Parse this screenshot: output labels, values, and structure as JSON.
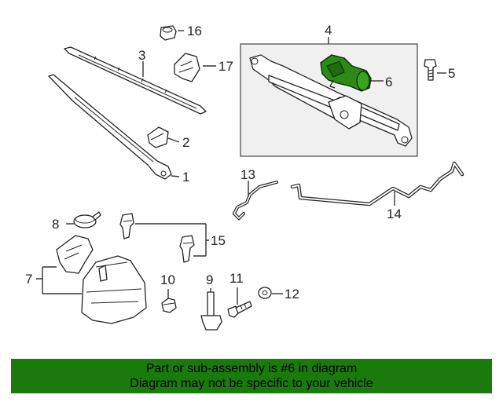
{
  "callouts": [
    {
      "id": "c1",
      "text": "1"
    },
    {
      "id": "c2",
      "text": "2"
    },
    {
      "id": "c3",
      "text": "3"
    },
    {
      "id": "c4",
      "text": "4"
    },
    {
      "id": "c5",
      "text": "5"
    },
    {
      "id": "c6",
      "text": "6"
    },
    {
      "id": "c7",
      "text": "7"
    },
    {
      "id": "c8",
      "text": "8"
    },
    {
      "id": "c9",
      "text": "9"
    },
    {
      "id": "c10",
      "text": "10"
    },
    {
      "id": "c11",
      "text": "11"
    },
    {
      "id": "c12",
      "text": "12"
    },
    {
      "id": "c13",
      "text": "13"
    },
    {
      "id": "c14",
      "text": "14"
    },
    {
      "id": "c15",
      "text": "15"
    },
    {
      "id": "c16",
      "text": "16"
    },
    {
      "id": "c17",
      "text": "17"
    }
  ],
  "banner": {
    "line1": "Part or sub-assembly is #6 in diagram",
    "line2": "Diagram may not be specific to your vehicle"
  },
  "colors": {
    "banner_bg": "#1a7a0b",
    "highlight_part": "#2e8a16",
    "module_box": "#f0f0f0"
  }
}
